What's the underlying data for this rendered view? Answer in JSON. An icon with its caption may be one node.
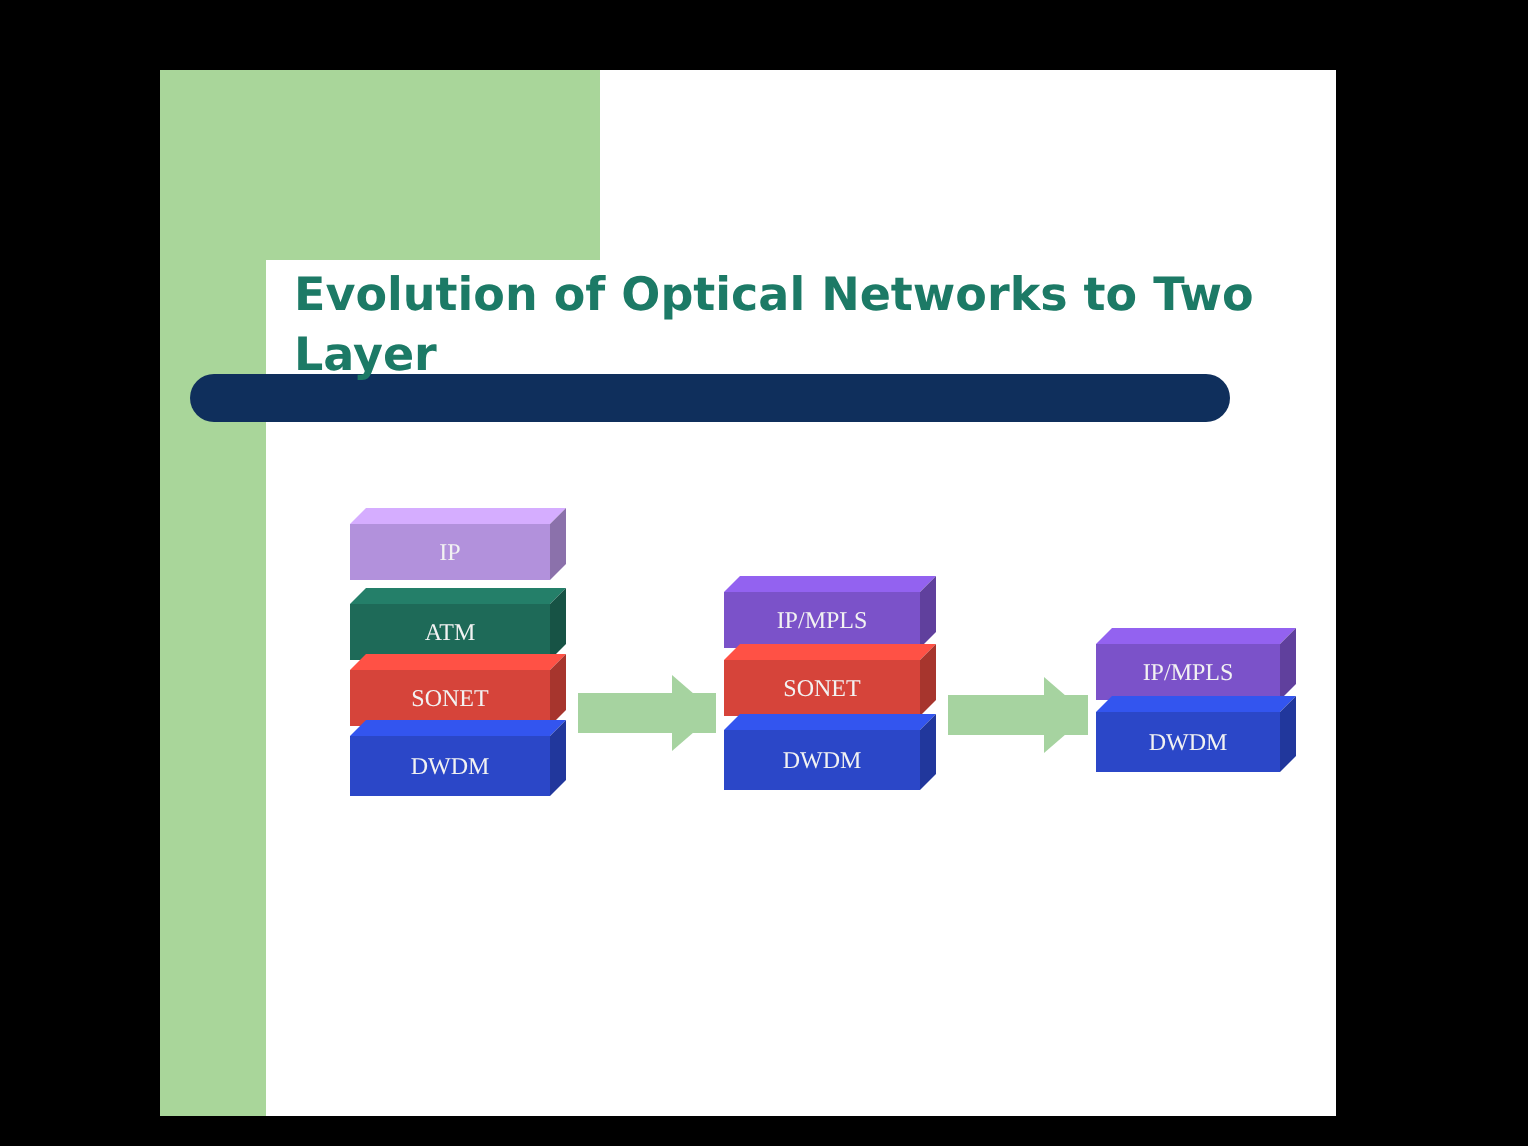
{
  "diagram": {
    "title": "Evolution of Optical Networks to Two Layer",
    "nodes": [
      {
        "text": [
          "IP"
        ]
      },
      {
        "text": [
          "ATM"
        ]
      },
      {
        "text": [
          "SONET"
        ]
      },
      {
        "text": [
          "DWDM"
        ]
      },
      {
        "text": [
          "IP/MPLS"
        ]
      },
      {
        "text": [
          "SONET"
        ]
      },
      {
        "text": [
          "DWDM"
        ]
      },
      {
        "text": [
          "IP/MPLS"
        ]
      },
      {
        "text": [
          "DWDM"
        ]
      }
    ],
    "edges": [
      {
        "from": 2,
        "to": 5,
        "arrow": "to"
      },
      {
        "from": 5,
        "to": 8,
        "arrow": "to"
      }
    ]
  }
}
